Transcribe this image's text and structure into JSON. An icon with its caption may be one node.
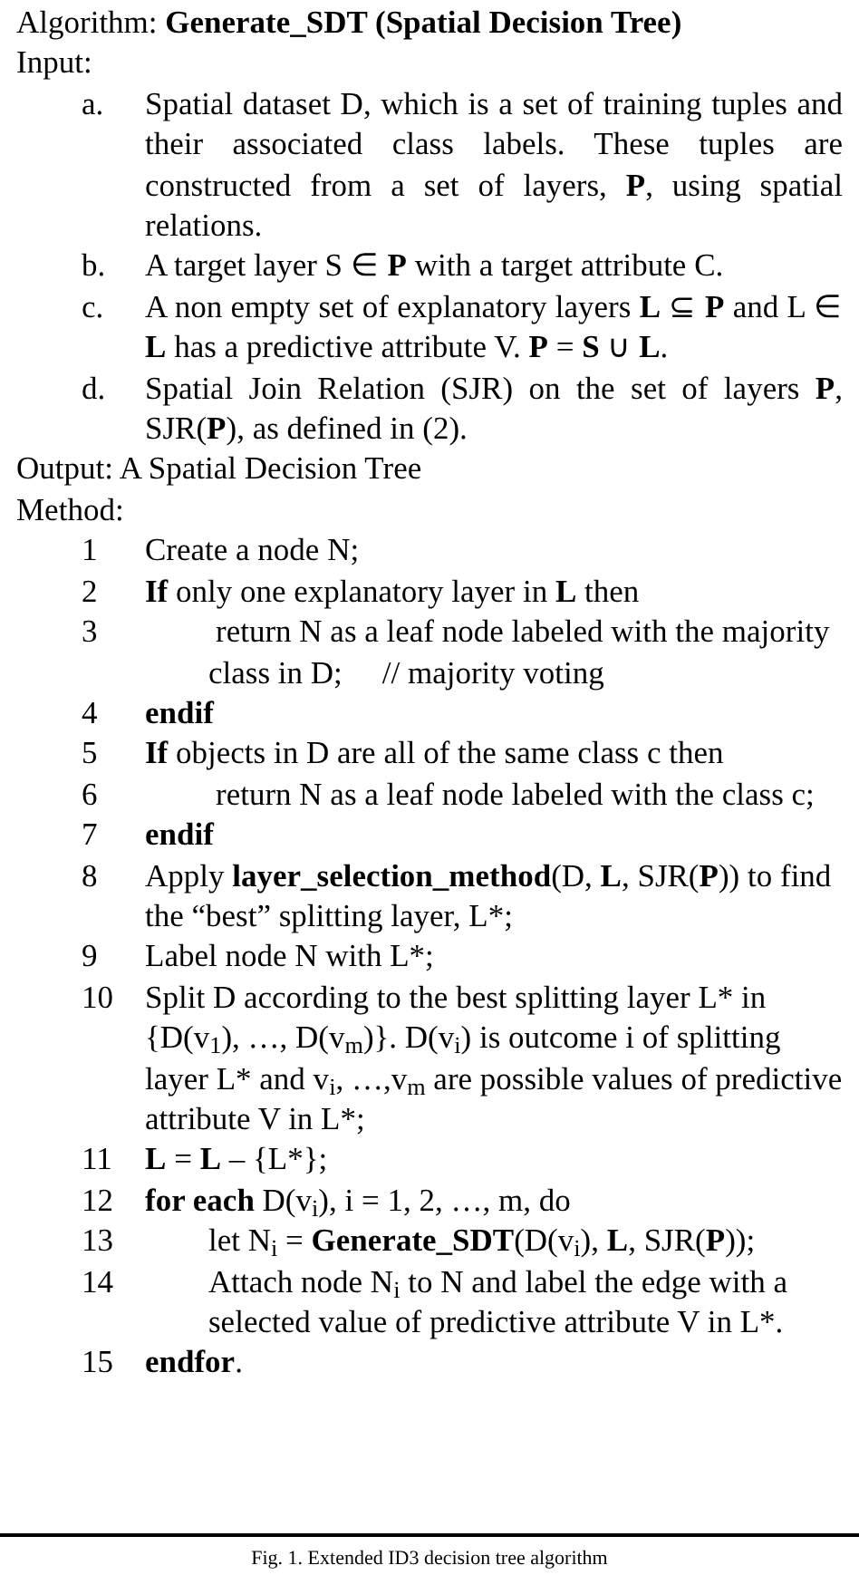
{
  "diagram": {
    "title": "Algorithm: **Generate_SDT (Spatial Decision Tree)**",
    "caption": "Fig. 1. Extended ID3 decision tree algorithm",
    "labels": [
      "Input:",
      "a.",
      "Spatial dataset D, which is a set of training tuples and their associated class labels. These tuples are constructed from a set of layers, **P**, using spatial relations.",
      "b.",
      "A target layer S ∈ **P** with a target attribute C.",
      "c.",
      "A non empty set of explanatory layers **L** ⊆ **P** and L ∈ **L** has a predictive attribute V. **P** = **S** ∪ **L**.",
      "d.",
      "Spatial Join Relation (SJR) on the set of layers **P**, SJR(**P**), as defined in (2).",
      "Output: A Spatial Decision Tree",
      "Method:",
      "1",
      "Create a node N;",
      "2",
      "**If** only one explanatory layer in **L** then",
      "3",
      "return N as a leaf node labeled with the majority class in D;",
      "// majority voting",
      "4",
      "endif",
      "5",
      "**If** objects in D are all of the same class c then",
      "6",
      "return N as a leaf node labeled with the class c;",
      "7",
      "endif",
      "8",
      "Apply **layer_selection_method**(D, **L**, SJR(**P**)) to find the “best” splitting layer, L*;",
      "9",
      "Label node N with L*;",
      "10",
      "Split D according to the best splitting layer L* in {D(v$_{1}$), …, D(v$_{m}$)}. D(v$_{i}$) is outcome i of splitting layer L* and v$_{i}$, …,v$_{m}$ are possible values of predictive attribute V in L*;",
      "11",
      "**L** = **L** – {L*};",
      "12",
      "**for each** D(v$_{i}$), i = 1, 2, …, m, do",
      "13",
      "let N$_{i}$ = **Generate_SDT**(D(v$_{i}$), **L**, SJR(**P**));",
      "14",
      "Attach node N$_{i}$ to N and label the edge with a selected value of predictive attribute V in L*.",
      "15",
      "**endfor**."
    ]
  }
}
